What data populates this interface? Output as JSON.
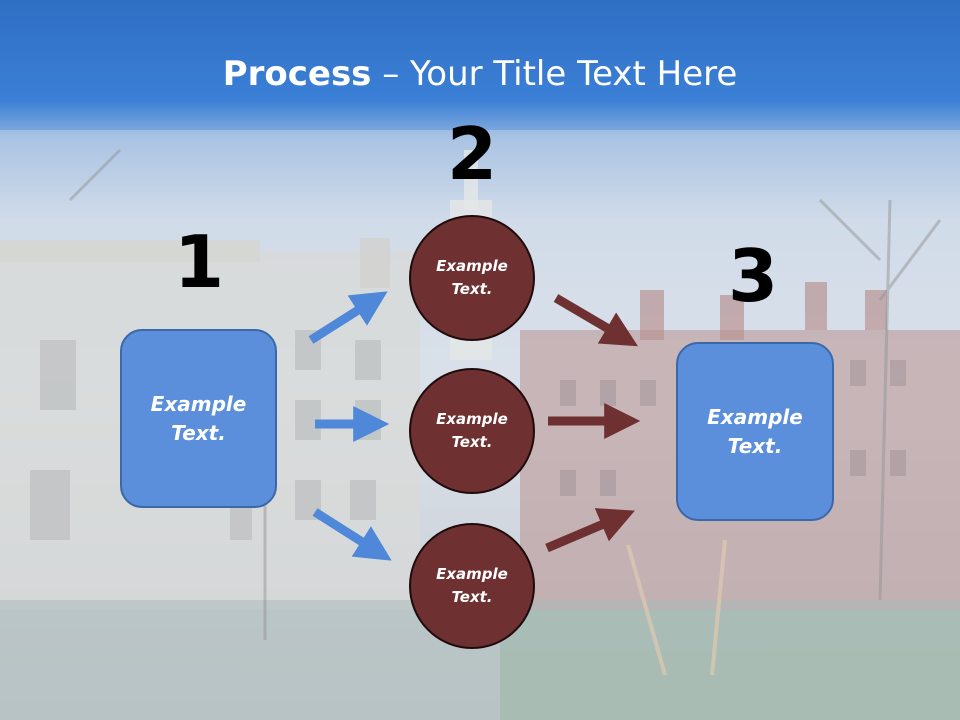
{
  "title": {
    "bold": "Process",
    "rest": " – Your Title Text Here"
  },
  "steps": {
    "one": "1",
    "two": "2",
    "three": "3"
  },
  "left_box": {
    "line1": "Example",
    "line2": "Text."
  },
  "right_box": {
    "line1": "Example",
    "line2": "Text."
  },
  "circles": [
    {
      "line1": "Example",
      "line2": "Text."
    },
    {
      "line1": "Example",
      "line2": "Text."
    },
    {
      "line1": "Example",
      "line2": "Text."
    }
  ],
  "colors": {
    "title_band": "#3b7fd6",
    "box_fill": "#5b8fdb",
    "circle_fill": "#6e3030",
    "blue_arrow": "#4f88d9",
    "brown_arrow": "#6e3030"
  }
}
